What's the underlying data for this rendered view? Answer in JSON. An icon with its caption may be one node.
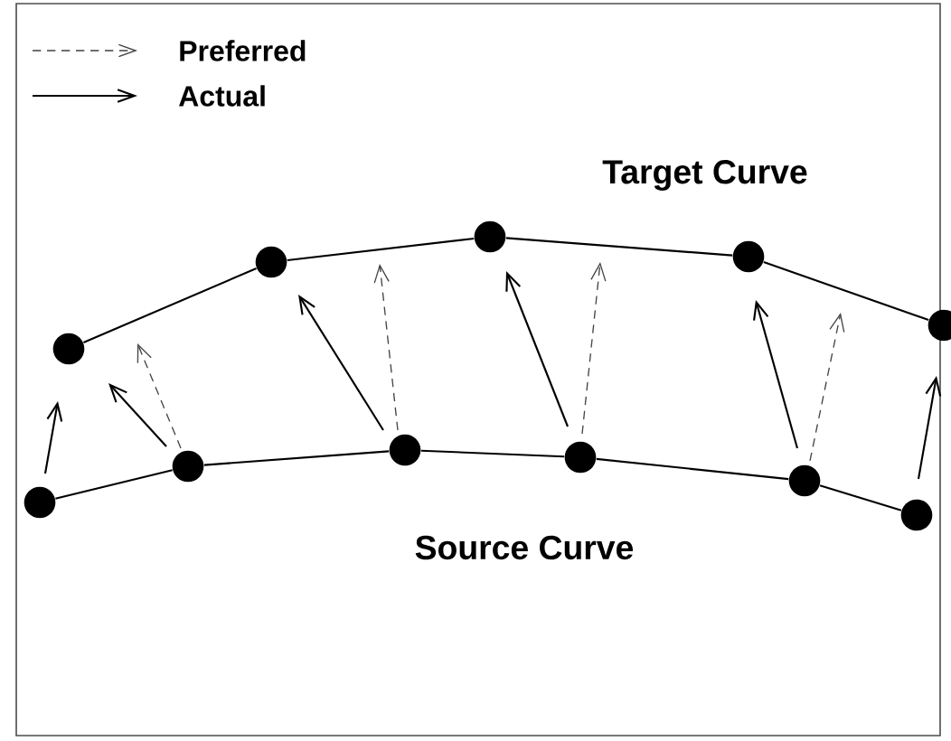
{
  "diagram": {
    "nodes": [
      {
        "text": [],
        "shape": "circle"
      },
      {
        "text": [],
        "shape": "circle"
      },
      {
        "text": [],
        "shape": "circle"
      },
      {
        "text": [],
        "shape": "circle"
      },
      {
        "text": [],
        "shape": "circle"
      },
      {
        "text": [],
        "shape": "circle"
      },
      {
        "text": [],
        "shape": "circle"
      },
      {
        "text": [],
        "shape": "circle"
      },
      {
        "text": [],
        "shape": "circle"
      },
      {
        "text": [],
        "shape": "circle"
      },
      {
        "text": [],
        "shape": "circle"
      }
    ],
    "edges": [
      {
        "from": 0,
        "to": 1,
        "arrow": "none"
      },
      {
        "from": 1,
        "to": 2,
        "arrow": "none"
      },
      {
        "from": 2,
        "to": 3,
        "arrow": "none"
      },
      {
        "from": 3,
        "to": 4,
        "arrow": "none"
      },
      {
        "from": 5,
        "to": 6,
        "arrow": "none"
      },
      {
        "from": 6,
        "to": 7,
        "arrow": "none"
      },
      {
        "from": 7,
        "to": 8,
        "arrow": "none"
      },
      {
        "from": 8,
        "to": 9,
        "arrow": "none"
      },
      {
        "from": 9,
        "to": 10,
        "arrow": "none"
      },
      {
        "from": 5,
        "to": null,
        "arrow": "to"
      },
      {
        "from": 6,
        "to": null,
        "arrow": "to"
      },
      {
        "from": 6,
        "to": null,
        "arrow": "to",
        "style": "dashed",
        "color": "#444444"
      },
      {
        "from": 7,
        "to": null,
        "arrow": "to"
      },
      {
        "from": 7,
        "to": null,
        "arrow": "to",
        "style": "dashed",
        "color": "#444444"
      },
      {
        "from": 8,
        "to": null,
        "arrow": "to"
      },
      {
        "from": 8,
        "to": null,
        "arrow": "to",
        "style": "dashed",
        "color": "#444444"
      },
      {
        "from": 9,
        "to": null,
        "arrow": "to"
      },
      {
        "from": 9,
        "to": null,
        "arrow": "to",
        "style": "dashed",
        "color": "#444444"
      },
      {
        "from": 10,
        "to": null,
        "arrow": "to"
      }
    ],
    "labels": [
      "Target Curve",
      "Source Curve"
    ],
    "legend": [
      {
        "text": "Preferred"
      },
      {
        "text": "Actual"
      }
    ]
  }
}
